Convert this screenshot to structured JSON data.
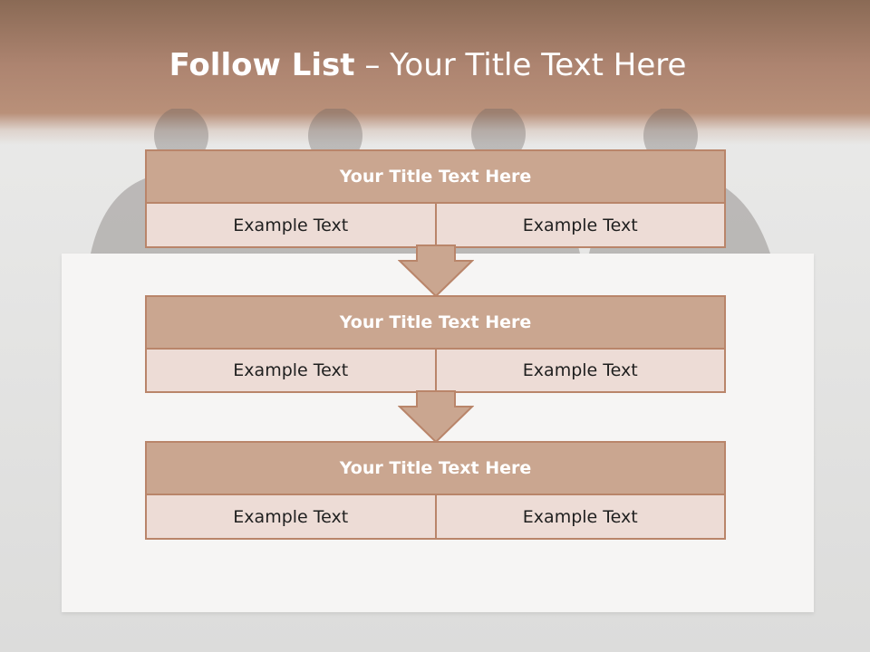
{
  "slide": {
    "title_bold": "Follow List",
    "title_rest": "– Your Title Text Here"
  },
  "steps": [
    {
      "header": "Your Title Text Here",
      "left": "Example Text",
      "right": "Example Text"
    },
    {
      "header": "Your Title Text Here",
      "left": "Example Text",
      "right": "Example Text"
    },
    {
      "header": "Your Title Text Here",
      "left": "Example Text",
      "right": "Example Text"
    }
  ],
  "colors": {
    "header_fill": "#caa690",
    "row_fill": "#eddcd6",
    "border": "#b9856a",
    "arrow_fill": "#caa690"
  }
}
